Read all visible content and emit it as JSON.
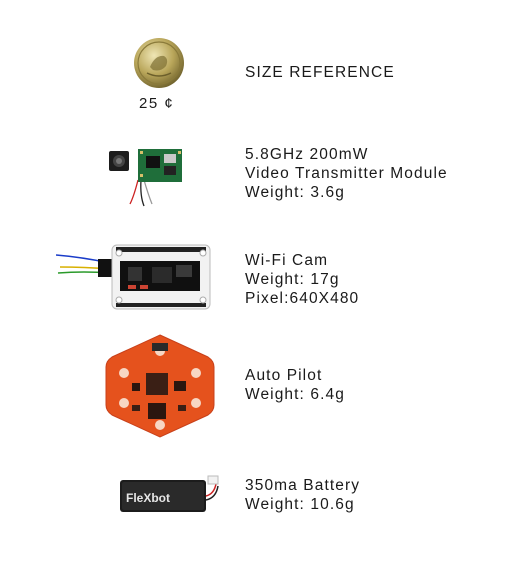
{
  "items": [
    {
      "caption": "25 ¢",
      "lines": [
        "SIZE REFERENCE"
      ]
    },
    {
      "lines": [
        "5.8GHz 200mW",
        "Video Transmitter Module",
        "Weight: 3.6g"
      ]
    },
    {
      "lines": [
        "Wi-Fi Cam",
        "Weight: 17g",
        "Pixel:640X480"
      ]
    },
    {
      "lines": [
        "Auto Pilot",
        "Weight: 6.4g"
      ]
    },
    {
      "battery_brand": "FleXbot",
      "lines": [
        "350ma Battery",
        "Weight: 10.6g"
      ]
    }
  ]
}
